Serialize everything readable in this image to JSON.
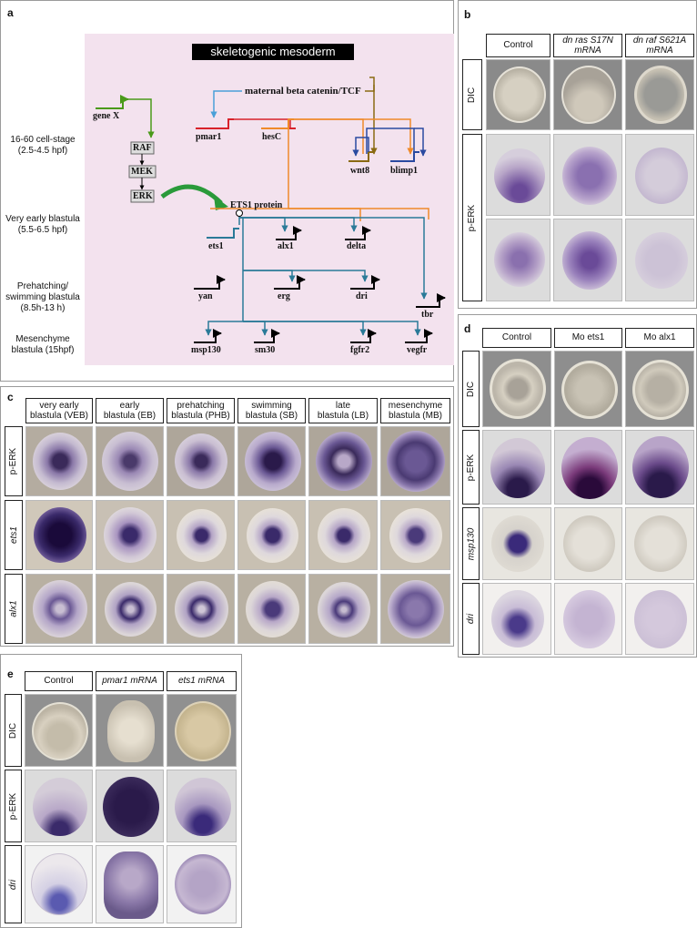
{
  "panel_a": {
    "label": "a",
    "title": "skeletogenic mesoderm",
    "stages": [
      "16-60 cell-stage\n(2.5-4.5 hpf)",
      "Very early blastula\n(5.5-6.5 hpf)",
      "Prehatching/\nswimming blastula\n(8.5h-13 h)",
      "Mesenchyme\nblastula (15hpf)"
    ],
    "genes": {
      "gene_x": "gene X",
      "raf": "RAF",
      "mek": "MEK",
      "erk": "ERK",
      "maternal": "maternal beta catenin/TCF",
      "pmar1": "pmar1",
      "hesc": "hesC",
      "wnt8": "wnt8",
      "blimp1": "blimp1",
      "ets1_protein": "ETS1 protein",
      "ets1": "ets1",
      "alx1": "alx1",
      "delta": "delta",
      "yan": "yan",
      "erg": "erg",
      "dri": "dri",
      "tbr": "tbr",
      "msp130": "msp130",
      "sm30": "sm30",
      "fgfr2": "fgfr2",
      "vegfr": "vegfr"
    }
  },
  "panel_b": {
    "label": "b",
    "columns": [
      "Control",
      "dn ras S17N\nmRNA",
      "dn raf S621A\nmRNA"
    ],
    "rows": [
      "DIC",
      "p-ERK"
    ]
  },
  "panel_c": {
    "label": "c",
    "columns": [
      "very early\nblastula (VEB)",
      "early\nblastula (EB)",
      "prehatching\nblastula (PHB)",
      "swimming\nblastula (SB)",
      "late\nblastula (LB)",
      "mesenchyme\nblastula (MB)"
    ],
    "rows": [
      "p-ERK",
      "ets1",
      "alx1"
    ]
  },
  "panel_d": {
    "label": "d",
    "columns": [
      "Control",
      "Mo ets1",
      "Mo alx1"
    ],
    "rows": [
      "DIC",
      "p-ERK",
      "msp130",
      "dri"
    ]
  },
  "panel_e": {
    "label": "e",
    "columns": [
      "Control",
      "pmar1 mRNA",
      "ets1 mRNA"
    ],
    "rows": [
      "DIC",
      "p-ERK",
      "dri"
    ]
  },
  "colors": {
    "diagram_bg": "#f3e2ee",
    "green": "#4a9a1a",
    "red": "#d8222a",
    "orange": "#f08a2a",
    "blue": "#2a4aa0",
    "teal": "#2a7a98",
    "olive": "#8a6a12",
    "stain": "#4a2a7a"
  }
}
